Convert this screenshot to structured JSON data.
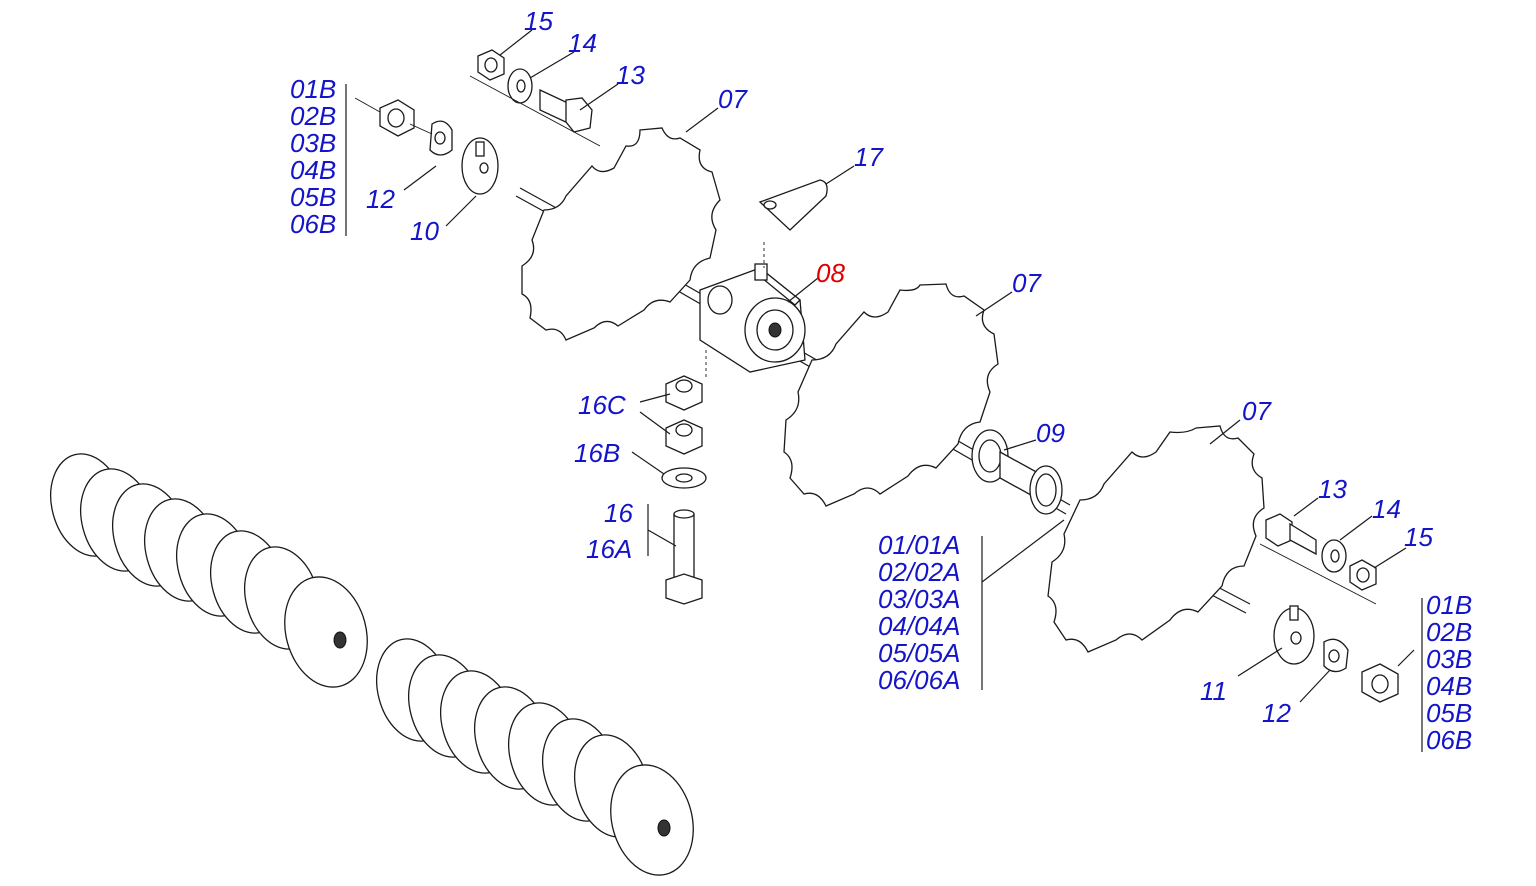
{
  "labels": {
    "l15_top": "15",
    "l14_top": "14",
    "l13_top": "13",
    "l07_a": "07",
    "l12_left": "12",
    "l10": "10",
    "l17": "17",
    "l08": "08",
    "l07_b": "07",
    "l07_c": "07",
    "l09": "09",
    "l16c": "16C",
    "l16b": "16B",
    "l16": "16",
    "l16a": "16A",
    "l13_right": "13",
    "l14_right": "14",
    "l15_right": "15",
    "l11": "11",
    "l12_right": "12"
  },
  "variants_left": [
    "01B",
    "02B",
    "03B",
    "04B",
    "05B",
    "06B"
  ],
  "variants_center": [
    "01/01A",
    "02/02A",
    "03/03A",
    "04/04A",
    "05/05A",
    "06/06A"
  ],
  "variants_right": [
    "01B",
    "02B",
    "03B",
    "04B",
    "05B",
    "06B"
  ],
  "colors": {
    "callout": "#1414c8",
    "highlight": "#e00000",
    "line": "#1a1a1a"
  }
}
